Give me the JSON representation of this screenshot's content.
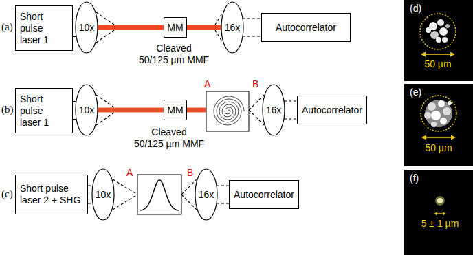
{
  "diagram": {
    "nodes": [
      {
        "text": [
          "Short pulse laser 1"
        ]
      },
      {
        "text": [
          "10x"
        ]
      },
      {
        "text": [
          "MM"
        ]
      },
      {
        "text": [
          "16x"
        ]
      },
      {
        "text": [
          "Autocorrelator"
        ]
      },
      {
        "text": [
          "(d)",
          "50 µm"
        ]
      },
      {
        "text": [
          "Short pulse laser 1"
        ]
      },
      {
        "text": [
          "10x"
        ]
      },
      {
        "text": [
          "MM"
        ]
      },
      {
        "text": [
          "16x"
        ]
      },
      {
        "text": [
          "Autocorrelator"
        ]
      },
      {
        "text": [
          "(e)",
          "50 µm"
        ]
      },
      {
        "text": [
          "Short pulse laser 2 + SHG"
        ]
      },
      {
        "text": [
          "10x"
        ]
      },
      {
        "text": [
          "16x"
        ]
      },
      {
        "text": [
          "Autocorrelator"
        ]
      },
      {
        "text": [
          "(f)",
          "5 ± 1 µm"
        ]
      }
    ],
    "edges": [
      {
        "from": 0,
        "to": 1,
        "arrow": "none"
      },
      {
        "from": 1,
        "to": 2,
        "arrow": "none"
      },
      {
        "from": 2,
        "to": 3,
        "arrow": "none"
      },
      {
        "from": 3,
        "to": 4,
        "arrow": "none"
      },
      {
        "from": 6,
        "to": 7,
        "arrow": "none"
      },
      {
        "from": 7,
        "to": 8,
        "arrow": "none"
      },
      {
        "from": 9,
        "to": 10,
        "arrow": "none"
      },
      {
        "from": 12,
        "to": 13,
        "arrow": "none"
      },
      {
        "from": 14,
        "to": 15,
        "arrow": "none"
      }
    ],
    "labels": [
      "(a)",
      "Cleaved 50/125 µm MMF",
      "(b)",
      "Cleaved 50/125 µm MMF",
      "A",
      "B",
      "(c)",
      "A",
      "B"
    ]
  }
}
